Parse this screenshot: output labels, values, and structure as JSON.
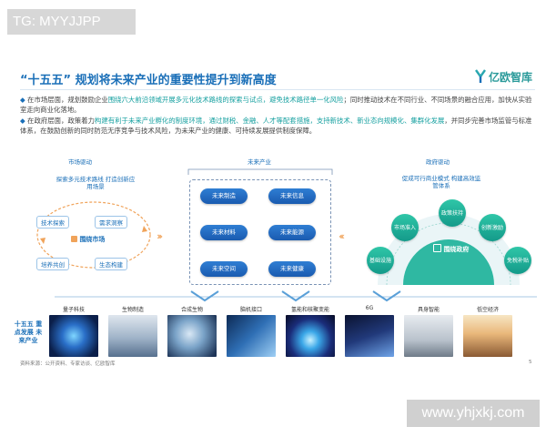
{
  "overlay_tag": "TG: MYYJJPP",
  "title": "“十五五” 规划将未来产业的重要性提升到新高度",
  "logo_text": "亿欧智库",
  "bullets": [
    {
      "pre": "在市场层面，规划鼓励企业",
      "hl1": "围绕六大前沿领域开展多元化技术路线的探索与试点，避免技术路径单一化风险",
      "post": "；同时推动技术在不同行业、不同场景的融合应用，加快从实验室走向商业化落地。"
    },
    {
      "pre": "在政府层面，政策着力",
      "hl1": "构建有利于未来产业孵化的制度环境，通过财税、金融、人才等配套措施，支持新技术、新业态向规模化、集群化发展",
      "post": "，并同步完善市场监管与标准体系，在鼓励创新的同时防范无序竞争与技术风险，为未来产业的健康、可持续发展提供制度保障。"
    }
  ],
  "market": {
    "header": "市场驱动",
    "note": "探索多元技术路线 打造创新应用场景",
    "center": "围绕市场",
    "pills": [
      "技术探索",
      "需求洞察",
      "培养共创",
      "生态构建"
    ]
  },
  "future": {
    "header": "未来产业",
    "industries": [
      "未来制造",
      "未来信息",
      "未来材料",
      "未来能源",
      "未来空间",
      "未来健康"
    ]
  },
  "government": {
    "header": "政府驱动",
    "note": "促成可行商业模式 构建高效监管体系",
    "center": "围绕政府",
    "circles": [
      "基础设施",
      "市场准入",
      "政策扶持",
      "创新激励",
      "免税补贴"
    ]
  },
  "side_label": "十五五 重点发展 未来产业",
  "images": [
    {
      "label": "量子科技"
    },
    {
      "label": "生物制造"
    },
    {
      "label": "合成生物"
    },
    {
      "label": "脑机接口"
    },
    {
      "label": "氢能和核聚变能"
    },
    {
      "label": "6G"
    },
    {
      "label": "具身智能"
    },
    {
      "label": "低空经济"
    }
  ],
  "source": "资料来源：公开资料、专家访谈、亿欧智库",
  "page_number": "5",
  "watermark": "www.yhjxkj.com",
  "colors": {
    "primary_blue": "#1a6fb8",
    "teal": "#16a0a0",
    "accent_orange": "#f0a35a"
  }
}
